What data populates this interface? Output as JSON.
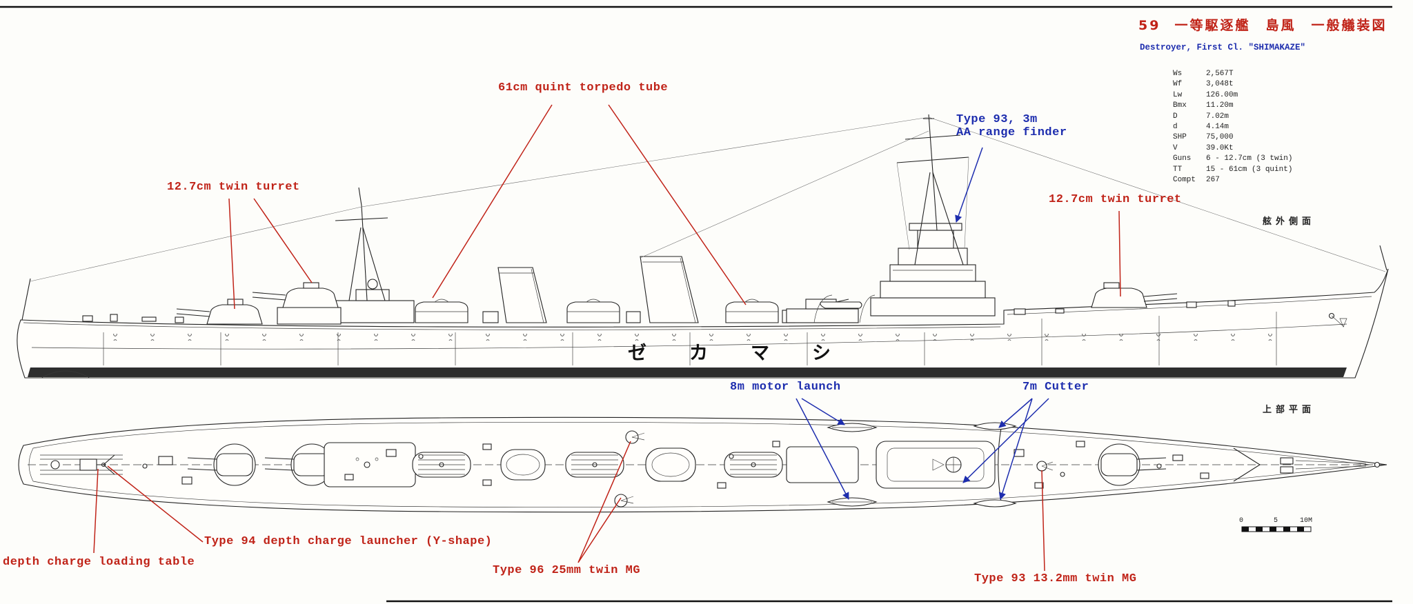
{
  "colors": {
    "annotation_red": "#c02318",
    "annotation_blue": "#1d2dae",
    "ink": "#222222",
    "paper": "#fdfdfa"
  },
  "title_block": {
    "number": "59",
    "title": "一等駆逐艦　島風　一般艤装図",
    "subtitle": "Destroyer, First Cl. \"SHIMAKAZE\"",
    "specs": [
      {
        "label": "Ws",
        "value": "2,567T"
      },
      {
        "label": "Wf",
        "value": "3,048t"
      },
      {
        "label": "Lw",
        "value": "126.00m"
      },
      {
        "label": "Bmx",
        "value": "11.20m"
      },
      {
        "label": "D",
        "value": "7.02m"
      },
      {
        "label": "d",
        "value": "4.14m"
      },
      {
        "label": "SHP",
        "value": "75,000"
      },
      {
        "label": "V",
        "value": "39.0Kt"
      },
      {
        "label": "Guns",
        "value": "6 - 12.7cm (3 twin)"
      },
      {
        "label": "TT",
        "value": "15 - 61cm (3 quint)"
      },
      {
        "label": "Compt",
        "value": "267"
      }
    ]
  },
  "view_labels": {
    "side": "舷外側面",
    "plan": "上部平面"
  },
  "hull_name": {
    "chars": [
      "ゼ",
      "カ",
      "マ",
      "シ"
    ]
  },
  "annotations": {
    "torpedo_tube": "61cm quint torpedo tube",
    "turret_left": "12.7cm twin turret",
    "turret_right": "12.7cm twin turret",
    "range_finder_line1": "Type 93, 3m",
    "range_finder_line2": "AA range finder",
    "motor_launch": "8m motor launch",
    "cutter": "7m Cutter",
    "dc_launcher": "Type 94 depth charge launcher (Y-shape)",
    "dc_table": "depth charge loading table",
    "mg25": "Type 96 25mm twin MG",
    "mg13": "Type 93 13.2mm twin MG"
  },
  "scale_bar": {
    "zero": "0",
    "five": "5",
    "ten": "10M"
  }
}
